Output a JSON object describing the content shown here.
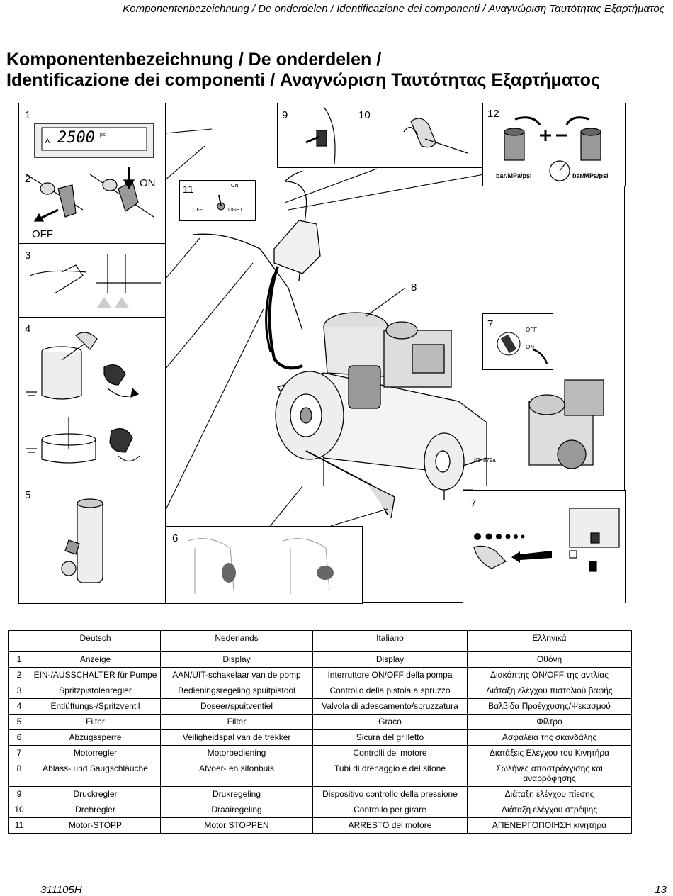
{
  "running_header": "Komponentenbezeichnung / De onderdelen / Identificazione dei componenti / Αναγνώριση Ταυτότητας Εξαρτήματος",
  "title": {
    "line1": "Komponentenbezeichnung / De onderdelen /",
    "line2": "Identificazione dei componenti / Αναγνώριση Ταυτότητας Εξαρτήματος"
  },
  "figure": {
    "panel_numbers": [
      "1",
      "2",
      "3",
      "4",
      "5",
      "6",
      "7",
      "7",
      "8",
      "9",
      "10",
      "11",
      "12"
    ],
    "display_value": "2500",
    "display_unit": "psi",
    "switch_on": "ON",
    "switch_off": "OFF",
    "toggle_on": "ON",
    "toggle_off": "OFF",
    "toggle_light": "LIGHT",
    "gauge_label": "bar/MPa/psi",
    "engine_off": "OFF",
    "engine_on": "ON",
    "figure_id": "ti24879a"
  },
  "table": {
    "headers": [
      "",
      "Deutsch",
      "Nederlands",
      "Italiano",
      "Ελληνικά"
    ],
    "rows": [
      [
        "1",
        "Anzeige",
        "Display",
        "Display",
        "Οθόνη"
      ],
      [
        "2",
        "EIN-/AUSSCHALTER für Pumpe",
        "AAN/UIT-schakelaar van de pomp",
        "Interruttore ON/OFF della pompa",
        "Διακόπτης ON/OFF της αντλίας"
      ],
      [
        "3",
        "Spritzpistolenregler",
        "Bedieningsregeling spuitpistool",
        "Controllo della pistola a spruzzo",
        "Διάταξη ελέγχου πιστολιού βαφής"
      ],
      [
        "4",
        "Entlüftungs-/Spritzventil",
        "Doseer/spuitventiel",
        "Valvola di adescamento/spruzzatura",
        "Βαλβίδα Προέγχυσης/Ψεκασμού"
      ],
      [
        "5",
        "Filter",
        "Filter",
        "Graco",
        "Φίλτρο"
      ],
      [
        "6",
        "Abzugssperre",
        "Veiligheidspal van de trekker",
        "Sicura del grilletto",
        "Ασφάλεια της σκανδάλης"
      ],
      [
        "7",
        "Motorregler",
        "Motorbediening",
        "Controlli del motore",
        "Διατάξεις Ελέγχου του Κινητήρα"
      ],
      [
        "8",
        "Ablass- und Saugschläuche",
        "Afvoer- en sifonbuis",
        "Tubi di drenaggio e del sifone",
        "Σωλήνες αποστράγγισης και αναρρόφησης"
      ],
      [
        "9",
        "Druckregler",
        "Drukregeling",
        "Dispositivo controllo della pressione",
        "Διάταξη ελέγχου πίεσης"
      ],
      [
        "10",
        "Drehregler",
        "Draairegeling",
        "Controllo per girare",
        "Διάταξη ελέγχου στρέψης"
      ],
      [
        "11",
        "Motor-STOPP",
        "Motor STOPPEN",
        "ARRESTO del motore",
        "ΑΠΕΝΕΡΓΟΠΟΙΗΣΗ κινητήρα"
      ]
    ]
  },
  "footer": {
    "doc_number": "311105H",
    "page_number": "13"
  }
}
